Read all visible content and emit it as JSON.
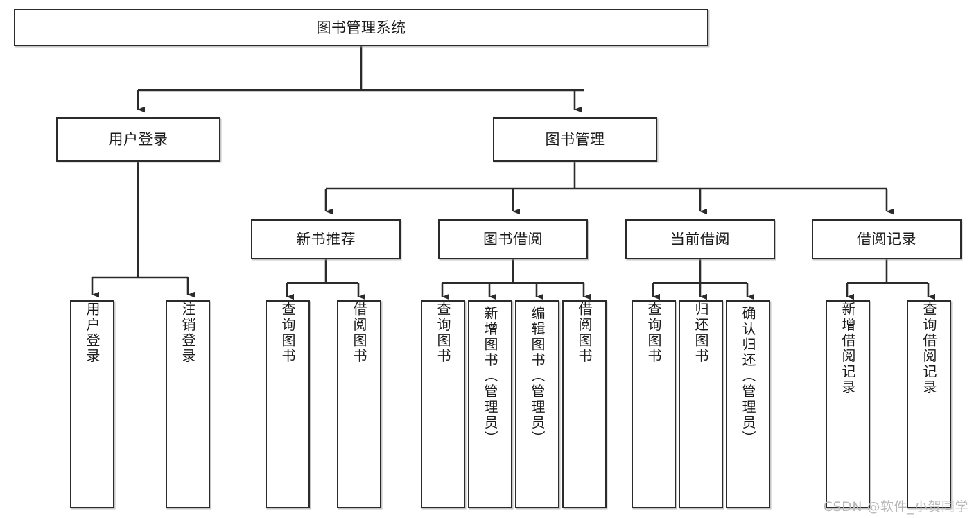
{
  "diagram": {
    "type": "tree",
    "title": "图书管理系统",
    "watermark": "CSDN @软件_小贺同学",
    "colors": {
      "stroke": "#2b2b2b",
      "fill": "#ffffff",
      "text": "#1b1b1b",
      "watermark": "#b8b8b8"
    },
    "nodes": {
      "root": {
        "label": "图书管理系统"
      },
      "level2": [
        {
          "id": "user-login",
          "label": "用户登录"
        },
        {
          "id": "book-management",
          "label": "图书管理"
        }
      ],
      "level3": [
        {
          "id": "new-book-recommend",
          "label": "新书推荐"
        },
        {
          "id": "book-borrow",
          "label": "图书借阅"
        },
        {
          "id": "current-borrow",
          "label": "当前借阅"
        },
        {
          "id": "borrow-record",
          "label": "借阅记录"
        }
      ],
      "leaves": {
        "user-login": [
          {
            "id": "leaf-user-login",
            "label": "用户登录"
          },
          {
            "id": "leaf-logout",
            "label": "注销登录"
          }
        ],
        "new-book-recommend": [
          {
            "id": "leaf-query-book-1",
            "label": "查询图书"
          },
          {
            "id": "leaf-borrow-book-1",
            "label": "借阅图书"
          }
        ],
        "book-borrow": [
          {
            "id": "leaf-query-book-2",
            "label": "查询图书"
          },
          {
            "id": "leaf-add-book",
            "label": "新增图书（管理员）"
          },
          {
            "id": "leaf-edit-book",
            "label": "编辑图书（管理员）"
          },
          {
            "id": "leaf-borrow-book-2",
            "label": "借阅图书"
          }
        ],
        "current-borrow": [
          {
            "id": "leaf-query-book-3",
            "label": "查询图书"
          },
          {
            "id": "leaf-return-book",
            "label": "归还图书"
          },
          {
            "id": "leaf-confirm-return",
            "label": "确认归还（管理员）"
          }
        ],
        "borrow-record": [
          {
            "id": "leaf-add-record",
            "label": "新增借阅记录"
          },
          {
            "id": "leaf-query-record",
            "label": "查询借阅记录"
          }
        ]
      }
    }
  }
}
